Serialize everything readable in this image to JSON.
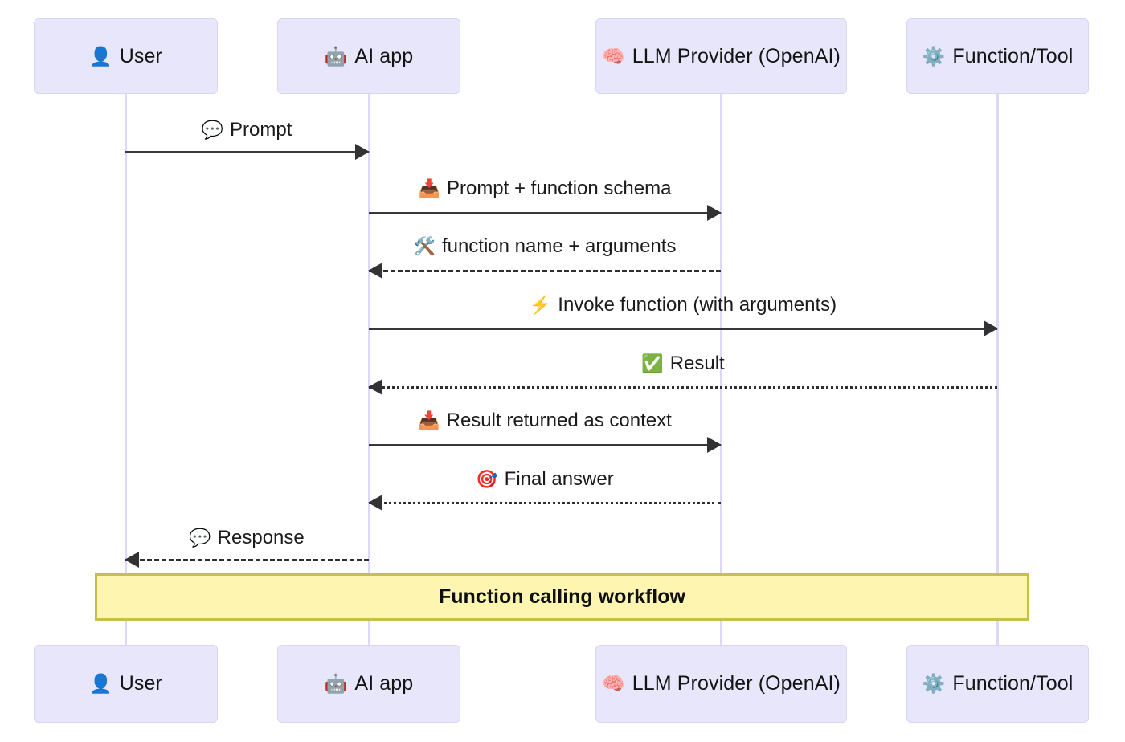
{
  "diagram": {
    "type": "sequence-diagram",
    "title": "Function calling workflow",
    "background_color": "#ffffff",
    "actor_box_color": "#e8e6fb",
    "actor_border_color": "#d9d5f5",
    "lifeline_color": "#ded8f8",
    "arrow_color": "#38383a",
    "note_fill_color": "#fdf5b0",
    "note_border_color": "#c8bf47"
  },
  "participants": [
    {
      "id": "user",
      "label": "User",
      "icon": "bust-in-silhouette-emoji",
      "glyph": "👤"
    },
    {
      "id": "ai_app",
      "label": "AI app",
      "icon": "robot-emoji",
      "glyph": "🤖"
    },
    {
      "id": "llm",
      "label": "LLM Provider (OpenAI)",
      "icon": "brain-emoji",
      "glyph": "🧠"
    },
    {
      "id": "tool",
      "label": "Function/Tool",
      "icon": "gear-emoji",
      "glyph": "⚙️"
    }
  ],
  "messages": [
    {
      "n": 1,
      "label": "Prompt",
      "icon": "speech-balloon-emoji",
      "glyph": "💬",
      "from": "user",
      "to": "ai_app",
      "style": "solid",
      "direction": "right"
    },
    {
      "n": 2,
      "label": "Prompt + function schema",
      "icon": "inbox-tray-emoji",
      "glyph": "📥",
      "from": "ai_app",
      "to": "llm",
      "style": "solid",
      "direction": "right"
    },
    {
      "n": 3,
      "label": "function name + arguments",
      "icon": "hammer-and-wrench-emoji",
      "glyph": "🛠️",
      "from": "llm",
      "to": "ai_app",
      "style": "dashed",
      "direction": "left"
    },
    {
      "n": 4,
      "label": "Invoke function (with arguments)",
      "icon": "high-voltage-emoji",
      "glyph": "⚡",
      "from": "ai_app",
      "to": "tool",
      "style": "solid",
      "direction": "right"
    },
    {
      "n": 5,
      "label": "Result",
      "icon": "check-mark-button-emoji",
      "glyph": "✅",
      "from": "tool",
      "to": "ai_app",
      "style": "dotted",
      "direction": "left"
    },
    {
      "n": 6,
      "label": "Result returned as context",
      "icon": "inbox-tray-emoji",
      "glyph": "📥",
      "from": "ai_app",
      "to": "llm",
      "style": "solid",
      "direction": "right"
    },
    {
      "n": 7,
      "label": "Final answer",
      "icon": "direct-hit-emoji",
      "glyph": "🎯",
      "from": "llm",
      "to": "ai_app",
      "style": "dotted",
      "direction": "left"
    },
    {
      "n": 8,
      "label": "Response",
      "icon": "speech-balloon-emoji",
      "glyph": "💬",
      "from": "ai_app",
      "to": "user",
      "style": "dashed",
      "direction": "left"
    }
  ],
  "note": {
    "text": "Function calling workflow"
  }
}
